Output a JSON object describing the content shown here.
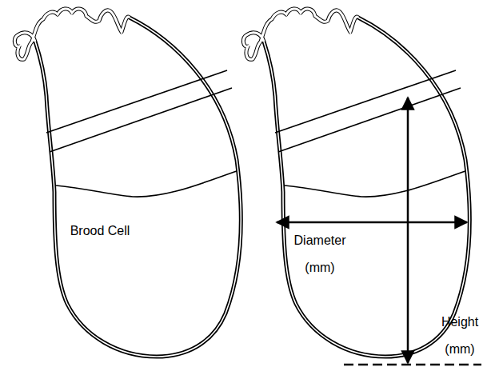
{
  "diagram": {
    "labels": [
      "Brood Cell",
      "Diameter (mm)",
      "Height (mm)"
    ]
  }
}
